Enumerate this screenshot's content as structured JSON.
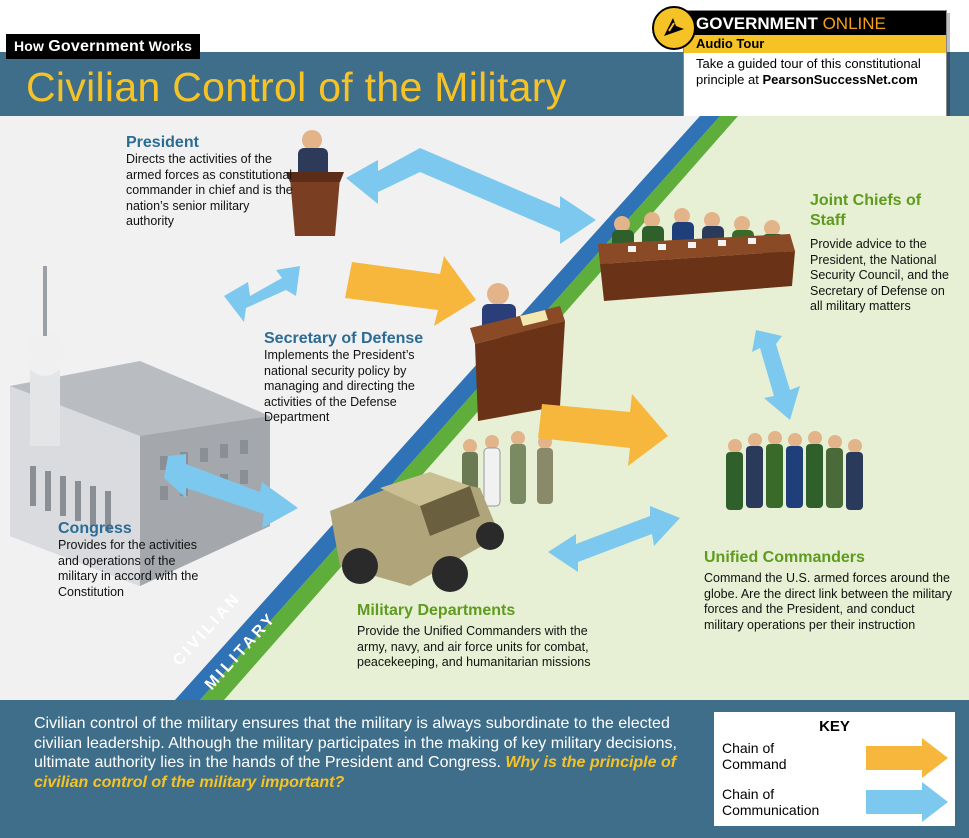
{
  "header": {
    "kicker_prefix": "How ",
    "kicker_strong": "Government",
    "kicker_suffix": " Works",
    "title": "Civilian Control of the Military"
  },
  "government_online": {
    "title_bold": "GOVERNMENT",
    "title_accent": "ONLINE",
    "subtitle": "Audio Tour",
    "text": "Take a guided tour of this constitutional principle at",
    "link": "PearsonSuccessNet.com",
    "icon": "compass-arrow-icon"
  },
  "diagram": {
    "civilian_label": "CIVILIAN",
    "military_label": "MILITARY",
    "nodes": {
      "president": {
        "title": "President",
        "text": "Directs the activities of the armed forces as constitutional commander in chief and is the nation’s senior military authority"
      },
      "secretary": {
        "title": "Secretary of Defense",
        "text": "Implements the President’s national security policy by managing and directing the activities of the Defense Department"
      },
      "joint_chiefs": {
        "title": "Joint Chiefs of Staff",
        "text": "Provide advice to the President, the National Security Council, and the Secretary of Defense on all military matters"
      },
      "congress": {
        "title": "Congress",
        "text": "Provides for the activities and operations of the military in accord with the Constitution"
      },
      "military_departments": {
        "title": "Military Departments",
        "text": "Provide the Unified Commanders with the army, navy, and air force units for combat, peacekeeping, and humanitarian missions"
      },
      "unified_commanders": {
        "title": "Unified Commanders",
        "text": "Command the U.S. armed forces around the globe. Are the direct link between the military forces and the President, and conduct military operations per their instruction"
      }
    }
  },
  "bottom": {
    "text": "Civilian control of the military ensures that the military is always subordinate to the elected civilian leadership. Although the military participates in the making of key military decisions, ultimate authority lies in the hands of the President and Congress.",
    "question": "Why is the principle of civilian control of the military important?"
  },
  "key": {
    "title": "KEY",
    "items": [
      {
        "label": "Chain of Command",
        "color": "#f6b73c"
      },
      {
        "label": "Chain of Communication",
        "color": "#7cc8ee"
      }
    ]
  },
  "colors": {
    "header_blue": "#3f6e8b",
    "title_yellow": "#f6c327",
    "civilian_blue": "#2f72b5",
    "military_green": "#5fae3b",
    "command_orange": "#f6b73c",
    "communication_blue": "#7cc8ee"
  }
}
